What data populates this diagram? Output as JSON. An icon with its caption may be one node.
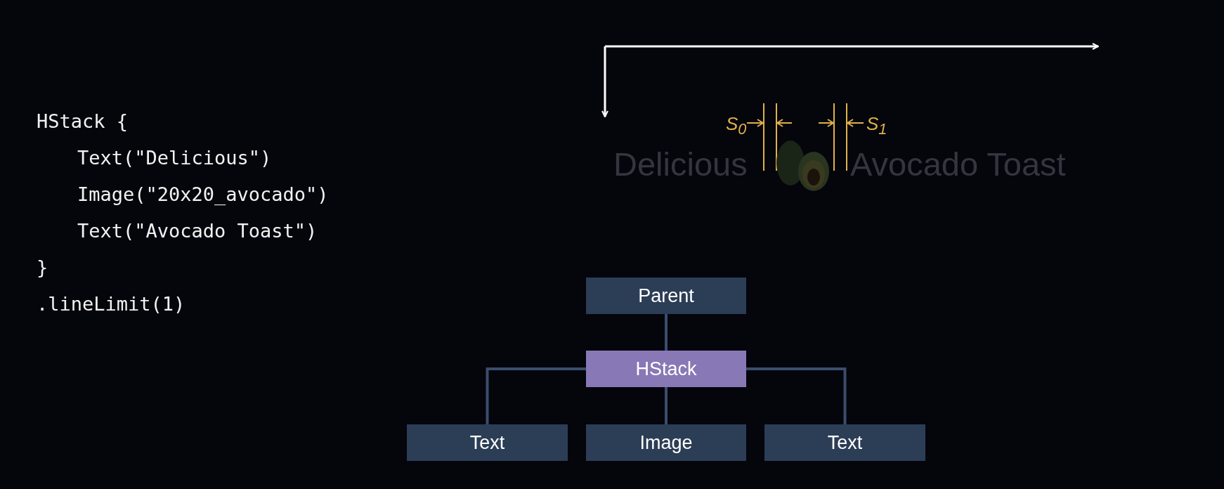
{
  "diagram": {
    "nodes": [
      {
        "text": [
          "Parent"
        ]
      },
      {
        "text": [
          "HStack"
        ]
      },
      {
        "text": [
          "Text"
        ]
      },
      {
        "text": [
          "Image"
        ]
      },
      {
        "text": [
          "Text"
        ]
      }
    ],
    "edges": [
      {
        "from": 0,
        "to": 1,
        "arrow": "none"
      },
      {
        "from": 1,
        "to": 2,
        "arrow": "none"
      },
      {
        "from": 1,
        "to": 3,
        "arrow": "none"
      },
      {
        "from": 1,
        "to": 4,
        "arrow": "none"
      }
    ],
    "labels": [
      "HStack {",
      "Text(\"Delicious\")",
      "Image(\"20x20_avocado\")",
      "Text(\"Avocado Toast\")",
      "}",
      ".lineLimit(1)",
      "S$_{0}$",
      "S$_{1}$",
      "Delicious",
      "Avocado Toast"
    ]
  }
}
